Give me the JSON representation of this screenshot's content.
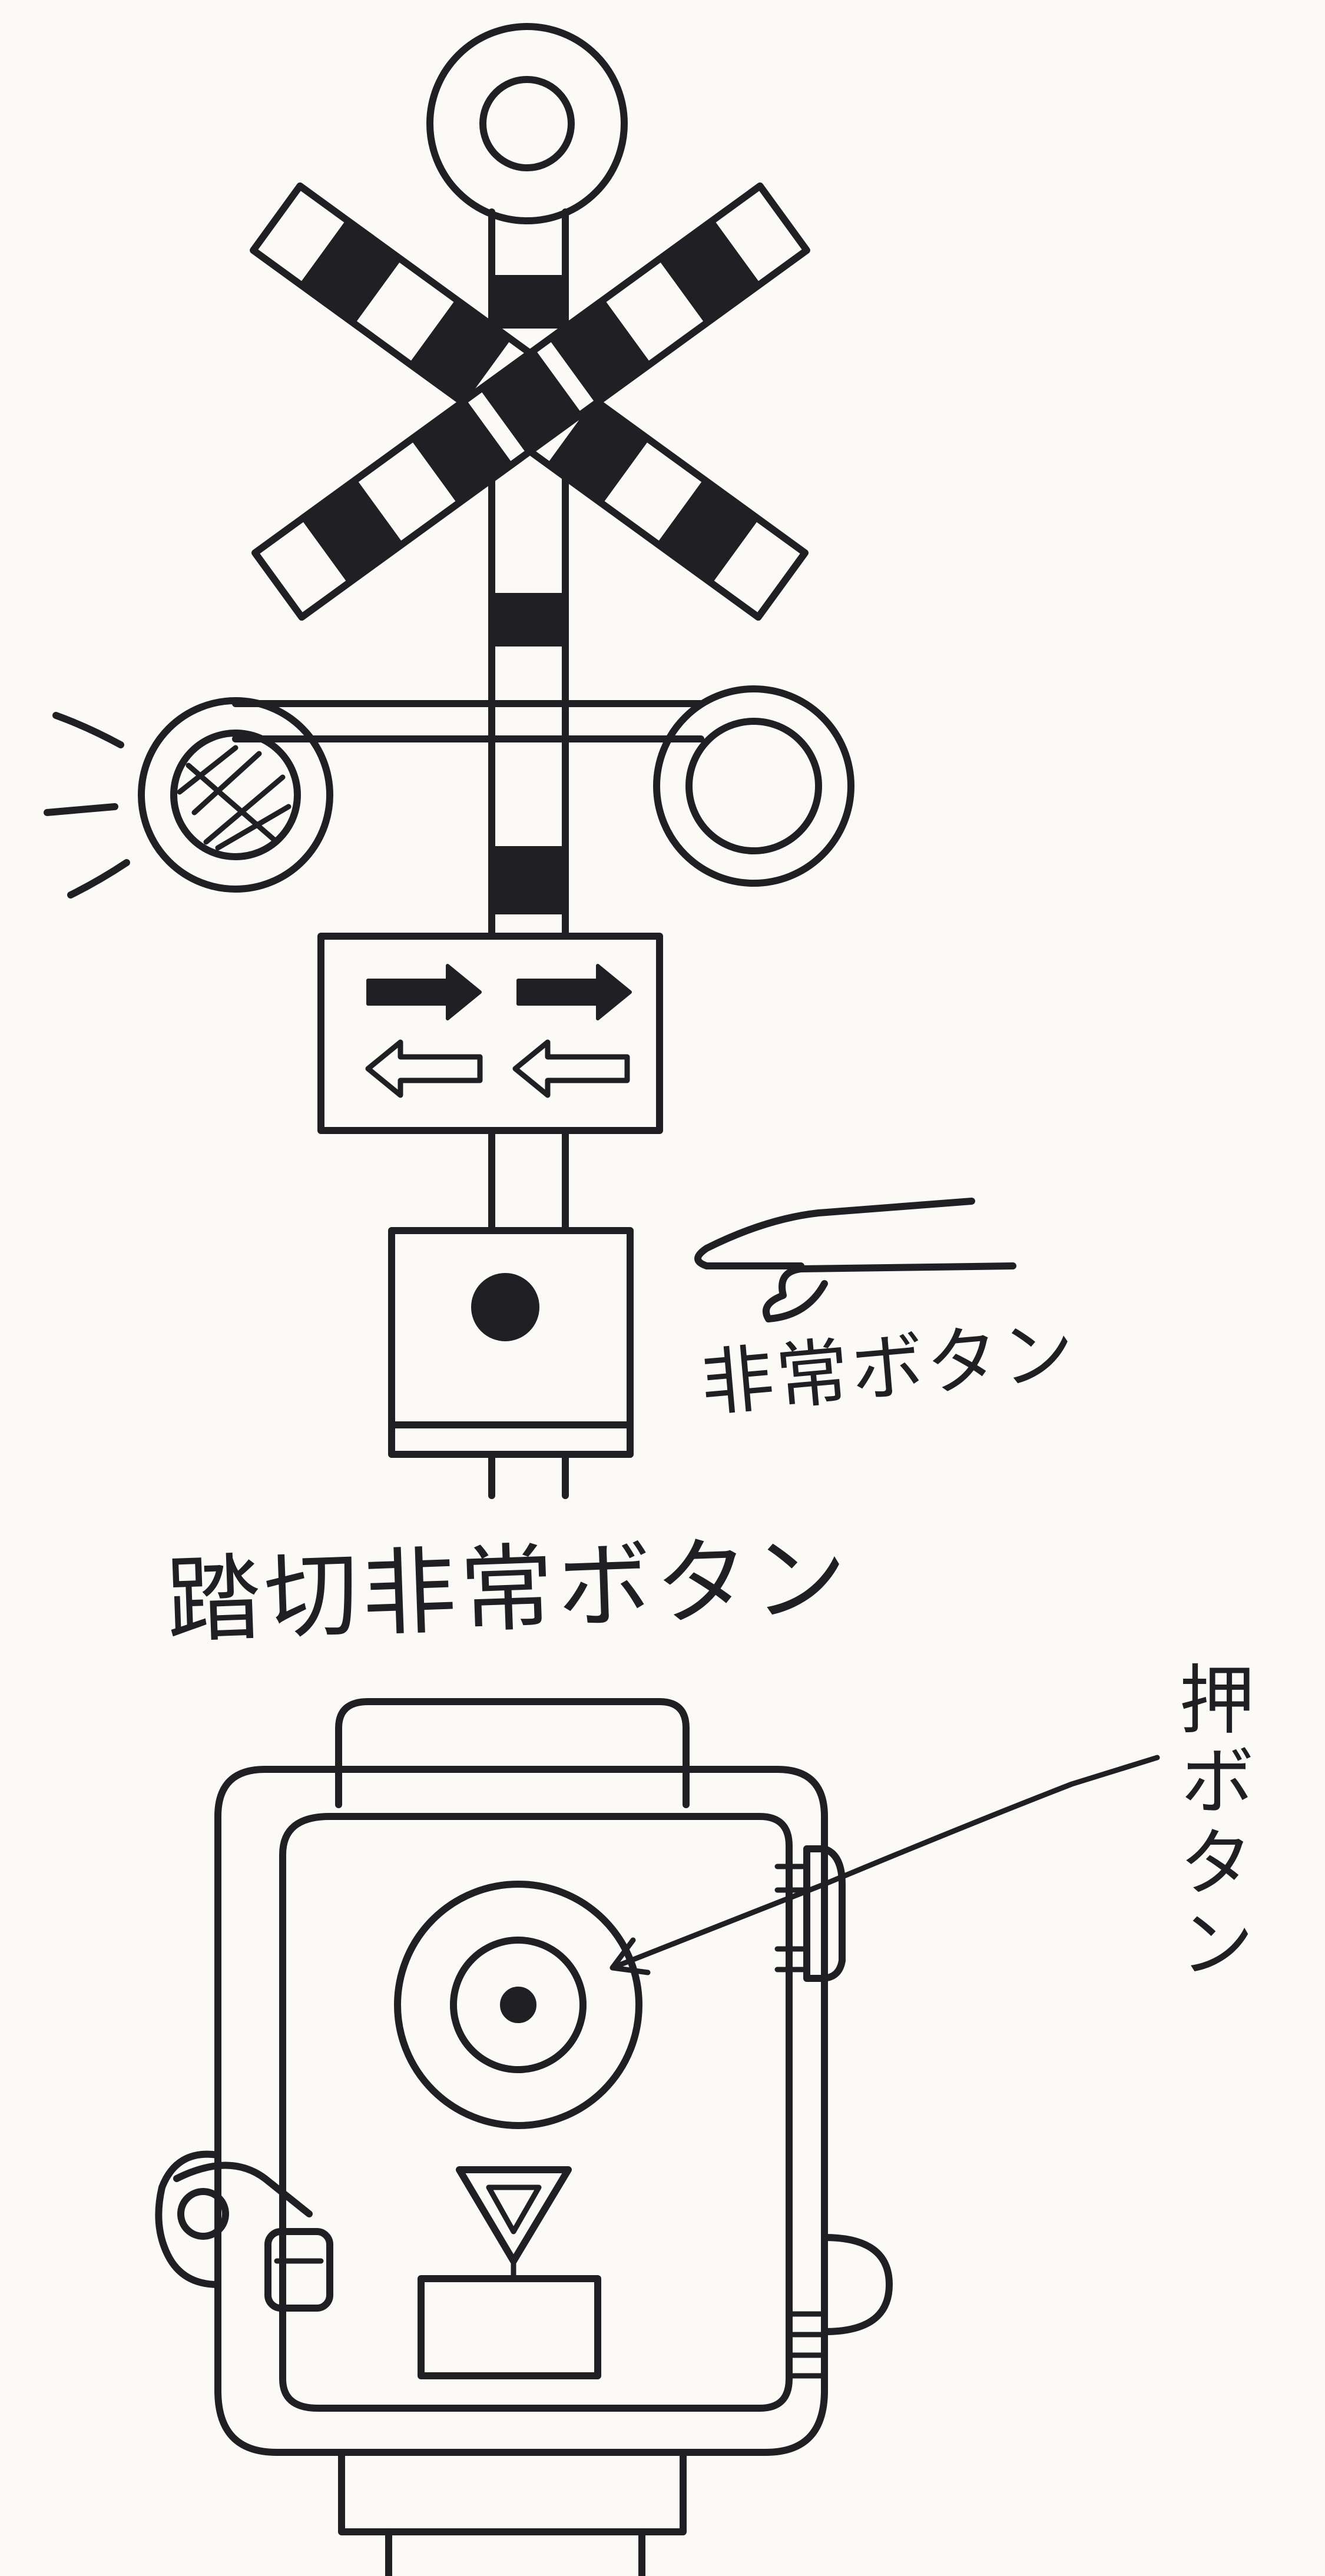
{
  "labels": {
    "crossing_emergency_button": "非常ボタン",
    "emergency_button_title": "踏切非常ボタン",
    "push_button": "押ボタン"
  },
  "colors": {
    "ink": "#1f1f24",
    "paper": "#fbfaf7"
  },
  "icons": {
    "crossing_sign": "railroad-crossbuck",
    "warning_lights": "flashing-signal-lights",
    "direction_indicator": "train-direction-arrows",
    "emergency_box": "emergency-push-button-box"
  }
}
